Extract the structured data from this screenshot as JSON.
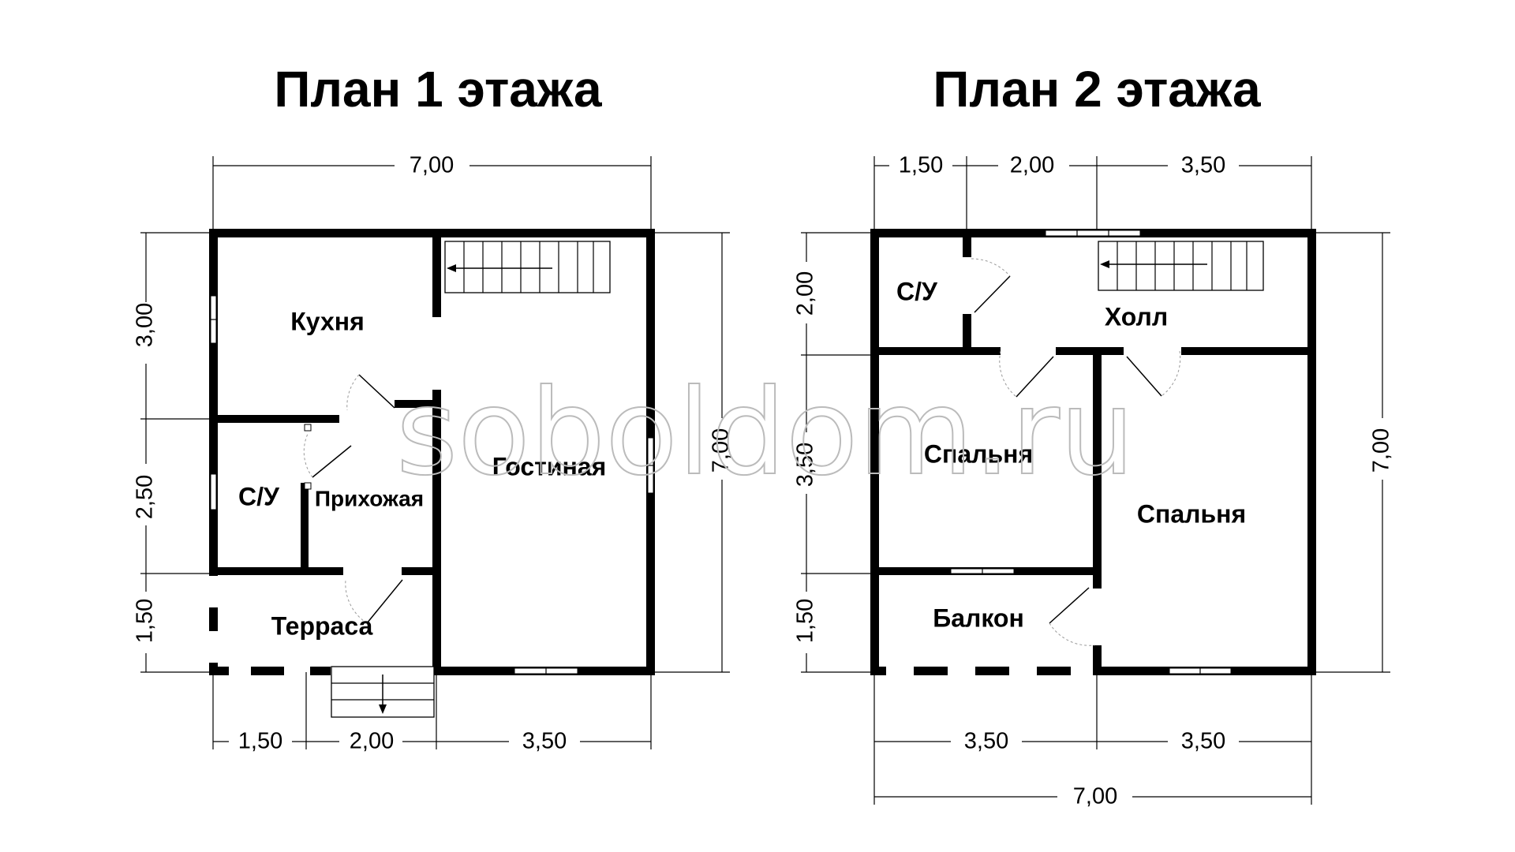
{
  "watermark": "soboldom.ru",
  "floor1": {
    "title": "План 1 этажа",
    "rooms": {
      "kitchen": "Кухня",
      "living": "Гостиная",
      "bathroom": "С/У",
      "hallway": "Прихожая",
      "terrace": "Терраса"
    },
    "dims": {
      "top_total": "7,00",
      "left_1": "3,00",
      "left_2": "2,50",
      "left_3": "1,50",
      "right_total": "7,00",
      "bottom_1": "1,50",
      "bottom_2": "2,00",
      "bottom_3": "3,50"
    }
  },
  "floor2": {
    "title": "План 2 этажа",
    "rooms": {
      "bathroom": "С/У",
      "hall": "Холл",
      "bedroom_1": "Спальня",
      "bedroom_2": "Спальня",
      "balcony": "Балкон"
    },
    "dims": {
      "top_1": "1,50",
      "top_2": "2,00",
      "top_3": "3,50",
      "left_1": "2,00",
      "left_2": "3,50",
      "left_3": "1,50",
      "right_total": "7,00",
      "bottom_1": "3,50",
      "bottom_2": "3,50",
      "bottom_total": "7,00"
    }
  }
}
